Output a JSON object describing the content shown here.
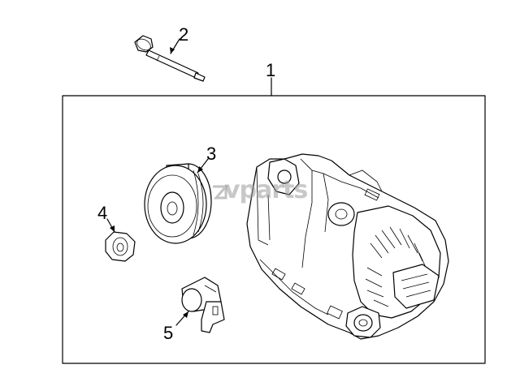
{
  "diagram": {
    "callouts": {
      "alternator_assembly": "1",
      "mounting_bolt": "2",
      "pulley": "3",
      "nut": "4",
      "connector_cap": "5"
    },
    "watermark": "vparts",
    "colors": {
      "line": "#000000",
      "background": "#ffffff",
      "watermark": "#9a9a9a"
    }
  }
}
